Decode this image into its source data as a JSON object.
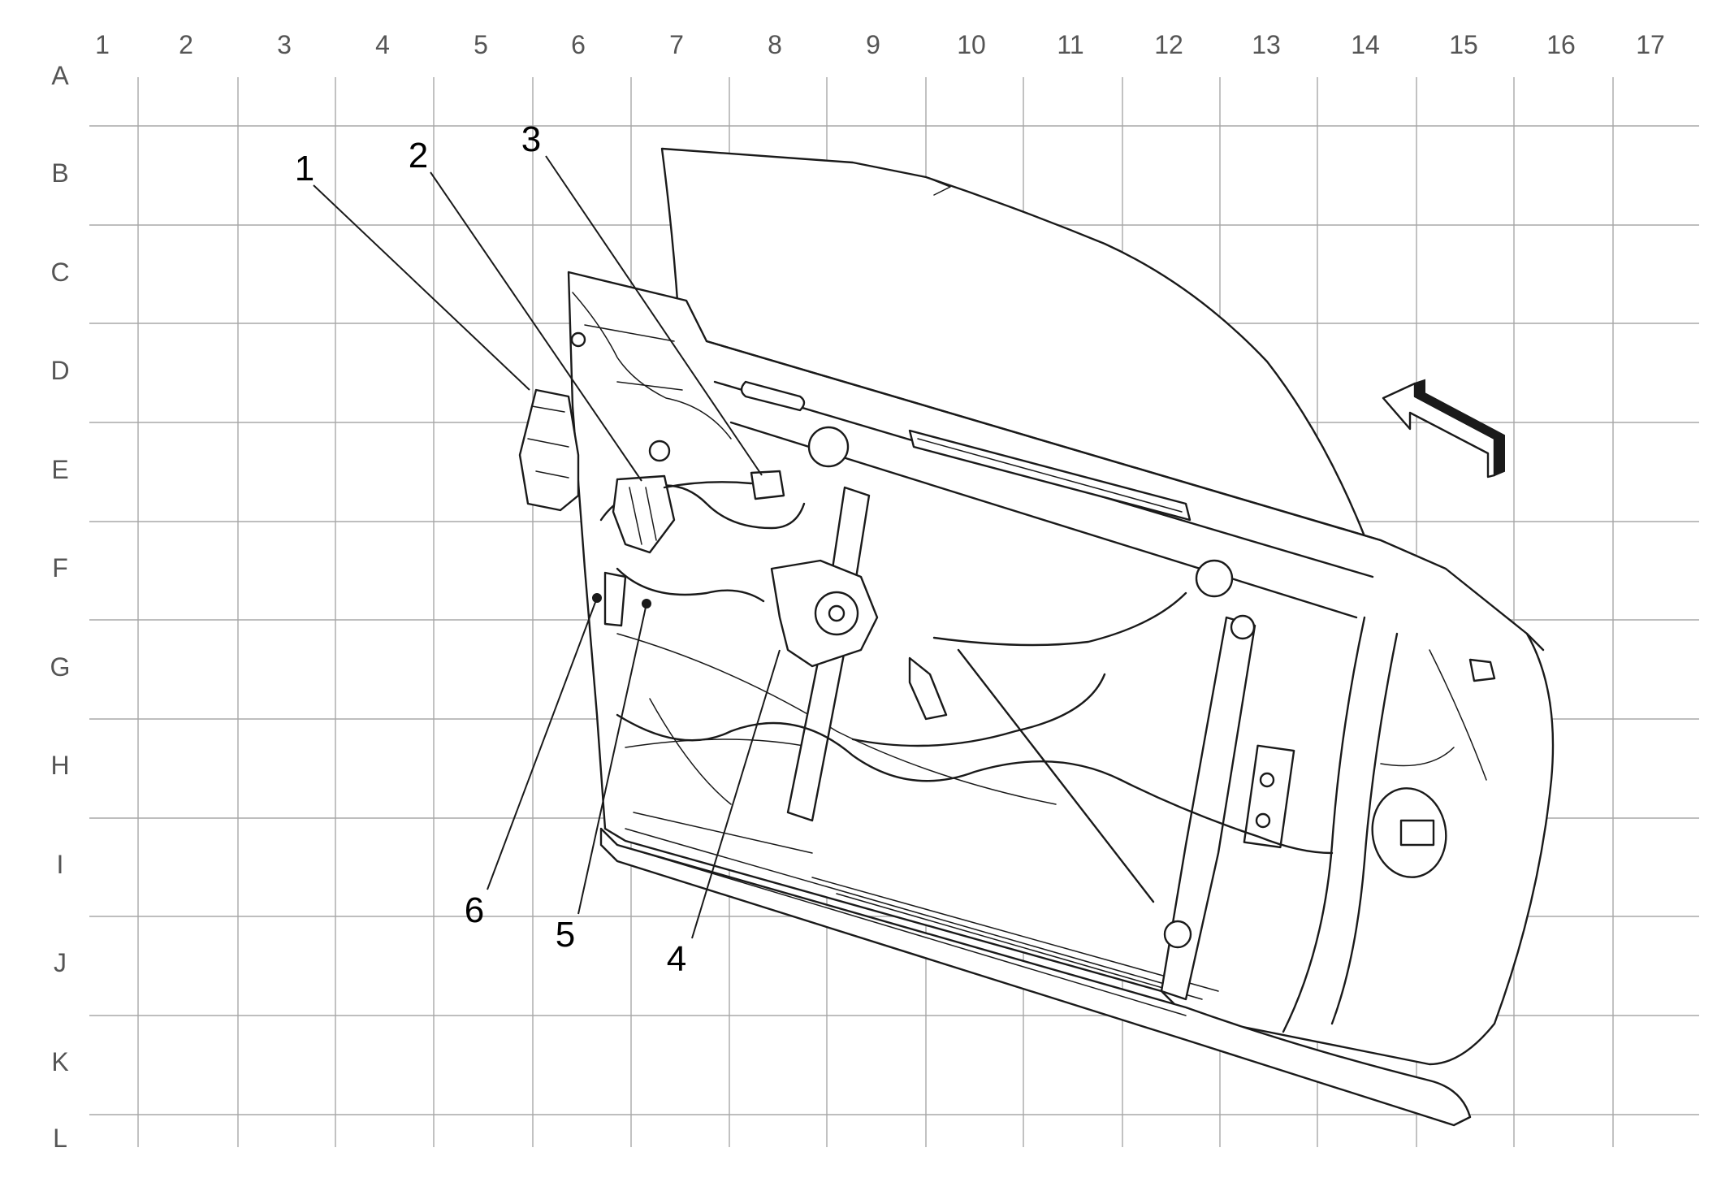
{
  "grid": {
    "columns": [
      "1",
      "2",
      "3",
      "4",
      "5",
      "6",
      "7",
      "8",
      "9",
      "10",
      "11",
      "12",
      "13",
      "14",
      "15",
      "16",
      "17"
    ],
    "rows": [
      "A",
      "B",
      "C",
      "D",
      "E",
      "F",
      "G",
      "H",
      "I",
      "J",
      "K",
      "L"
    ]
  },
  "callouts": [
    "1",
    "2",
    "3",
    "4",
    "5",
    "6"
  ],
  "colors": {
    "line": "#1a1a1a",
    "grid": "#a8a8a8",
    "grid_text": "#555555",
    "background": "#ffffff"
  },
  "icons": {
    "direction_arrow": "forward-arrow-icon"
  }
}
